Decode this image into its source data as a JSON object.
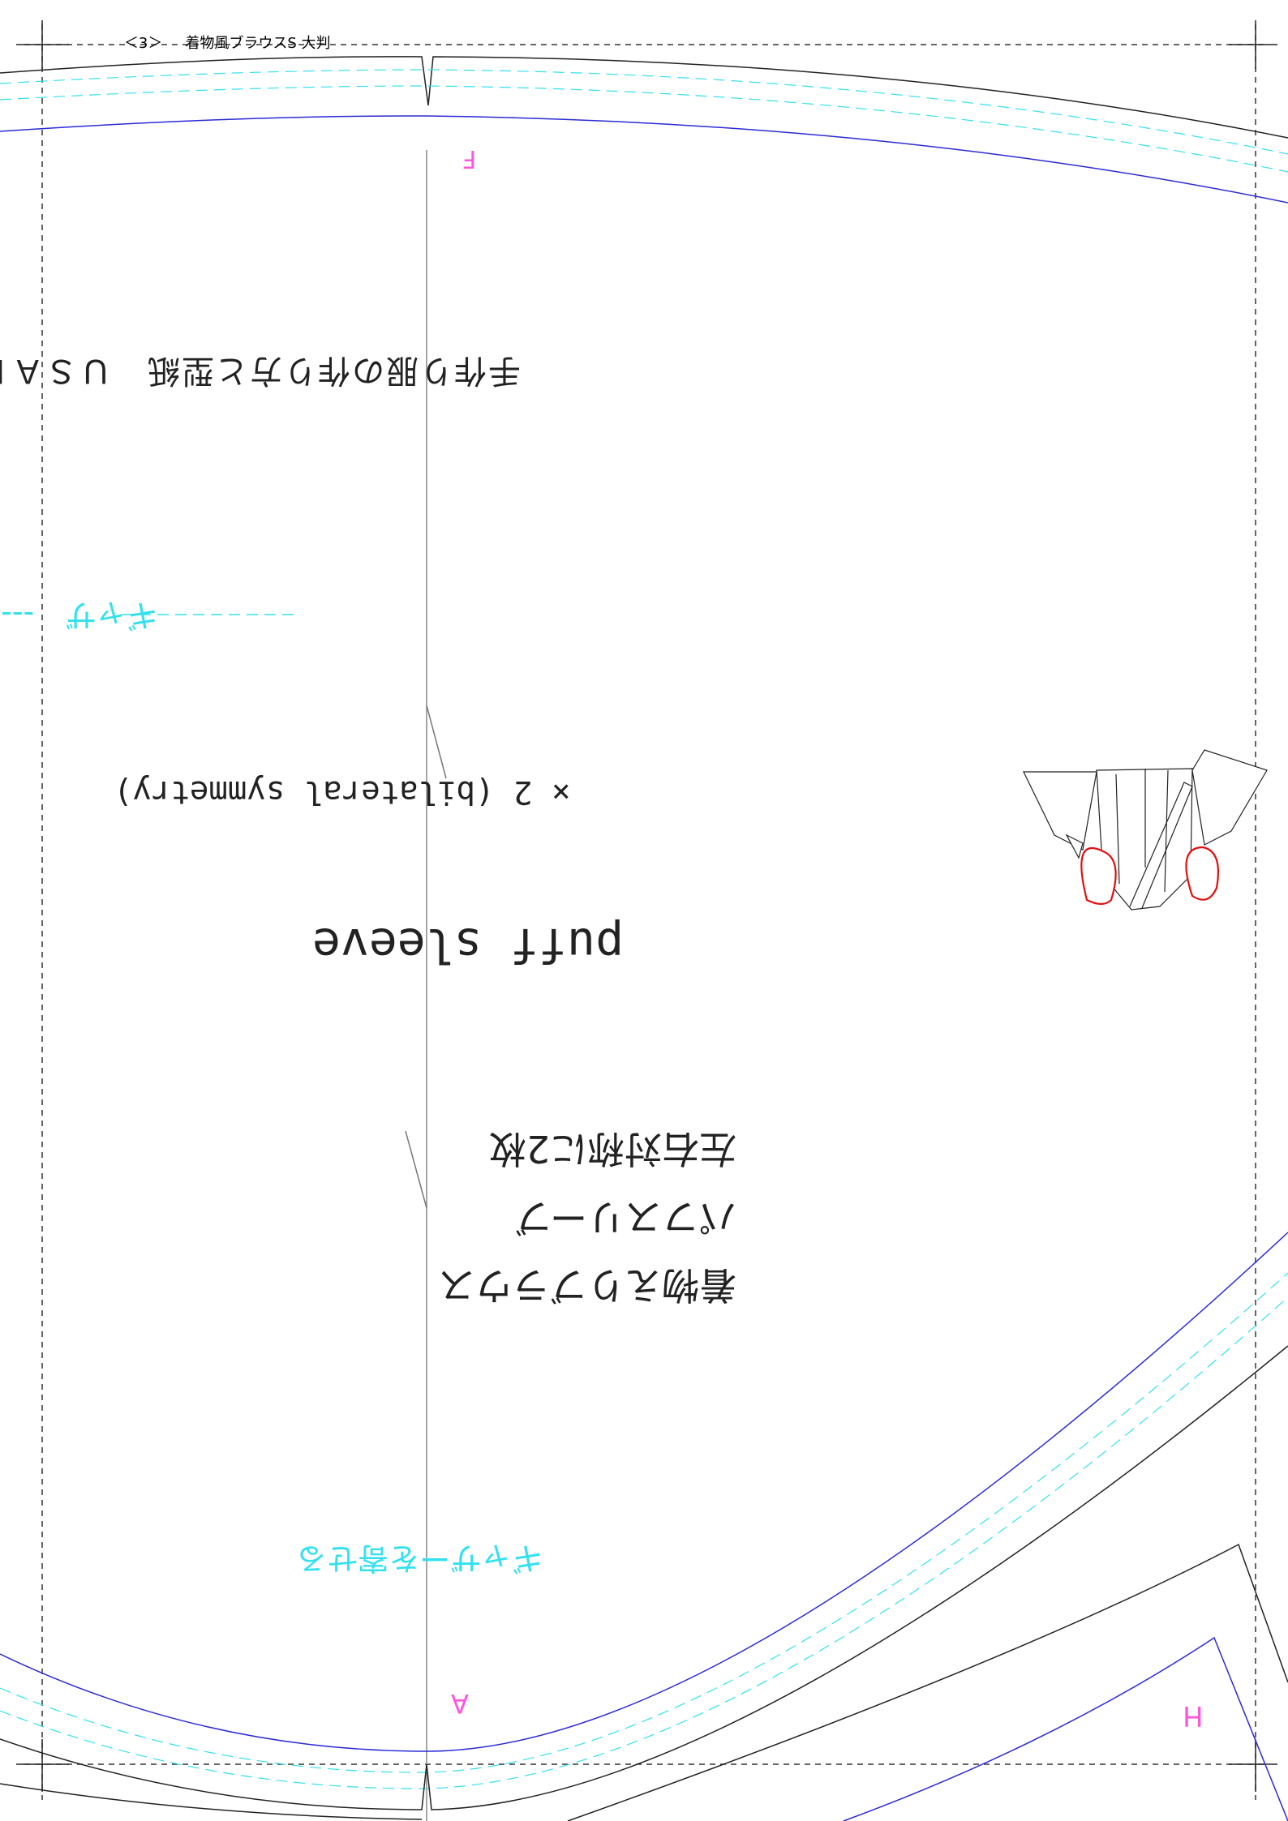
{
  "header": {
    "page_number": "＜3＞",
    "title": "着物風ブラウスS 大判"
  },
  "piece": {
    "credit": "手作り服の作り方と型紙　ＵＳＡＫ",
    "quantity_text": "× 2 (bilateral symmetry)",
    "name_en": "puff sleeve",
    "name_jp": [
      "着物えりブラウス",
      "パフスリーブ",
      "左右対称に2枚"
    ],
    "gather_note_top": "ギャザ　------",
    "gather_note_bottom": "ギャザーを寄せる",
    "markers": {
      "F": "F",
      "A": "A",
      "H": "H"
    }
  },
  "colors": {
    "cut_line": "#222222",
    "seam_line": "#2b2bd6",
    "stitch_line": "#33e0f0",
    "marker": "#ff55dd",
    "sleeve_highlight": "#e01010"
  }
}
